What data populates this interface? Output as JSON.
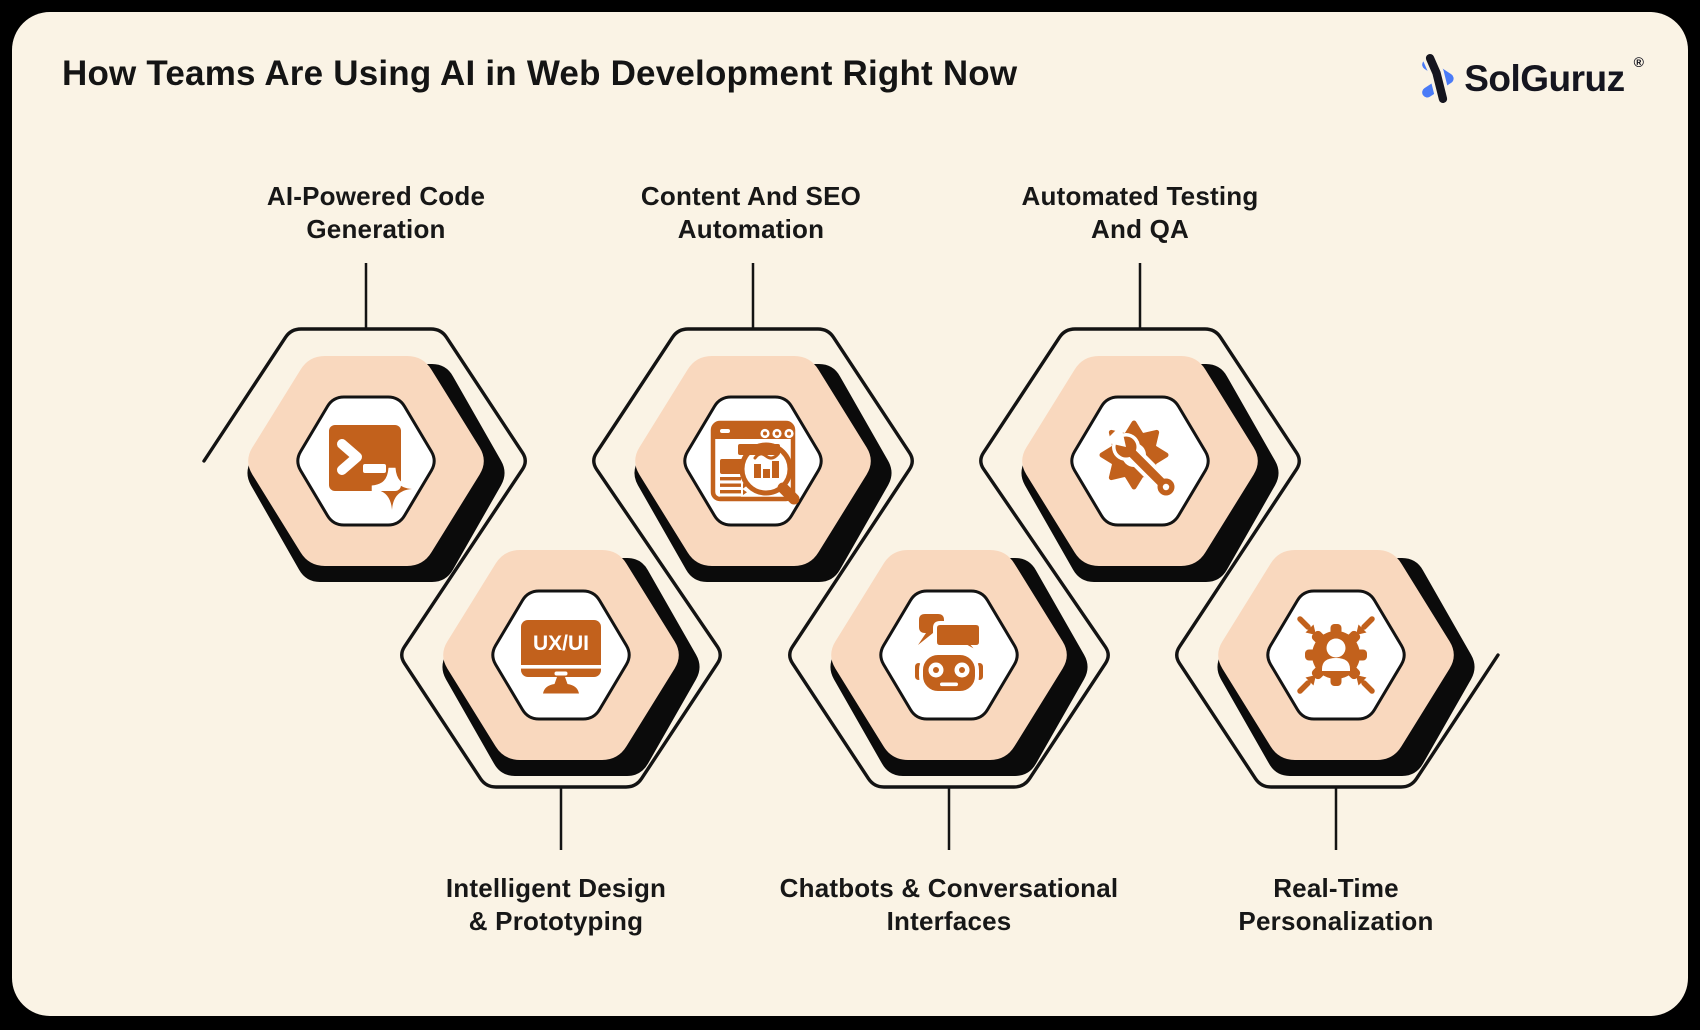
{
  "page": {
    "title": "How Teams Are Using AI in Web Development Right Now"
  },
  "logo": {
    "text": "SolGuruz",
    "registered_mark": "®",
    "icon": "solguruz-bolt-icon"
  },
  "icons": {
    "uxui_text": "UX/UI"
  },
  "items": [
    {
      "id": "ai-powered-code-generation",
      "label_lines": [
        "AI-Powered Code",
        "Generation"
      ],
      "icon": "terminal-sparkle-icon",
      "position": "top"
    },
    {
      "id": "content-and-seo-automation",
      "label_lines": [
        "Content And SEO",
        "Automation"
      ],
      "icon": "browser-seo-magnifier-icon",
      "position": "top"
    },
    {
      "id": "automated-testing-and-qa",
      "label_lines": [
        "Automated Testing",
        "And QA"
      ],
      "icon": "gear-wrench-icon",
      "position": "top"
    },
    {
      "id": "intelligent-design-prototyping",
      "label_lines": [
        "Intelligent Design",
        "& Prototyping"
      ],
      "icon": "monitor-uxui-icon",
      "position": "bottom"
    },
    {
      "id": "chatbots-conversational-interfaces",
      "label_lines": [
        "Chatbots & Conversational",
        "Interfaces"
      ],
      "icon": "chatbot-icon",
      "position": "bottom"
    },
    {
      "id": "real-time-personalization",
      "label_lines": [
        "Real-Time",
        "Personalization"
      ],
      "icon": "user-gear-arrows-icon",
      "position": "bottom"
    }
  ],
  "colors": {
    "accent_orange": "#C2611C",
    "hex_peach": "#F9D8BE",
    "panel_cream": "#FAF3E5",
    "outline_black": "#131313",
    "shadow_black": "#0B0B0B",
    "label_color": "#171717",
    "logo_text_color": "#15151F",
    "logo_blue": "#4A7BF7"
  }
}
